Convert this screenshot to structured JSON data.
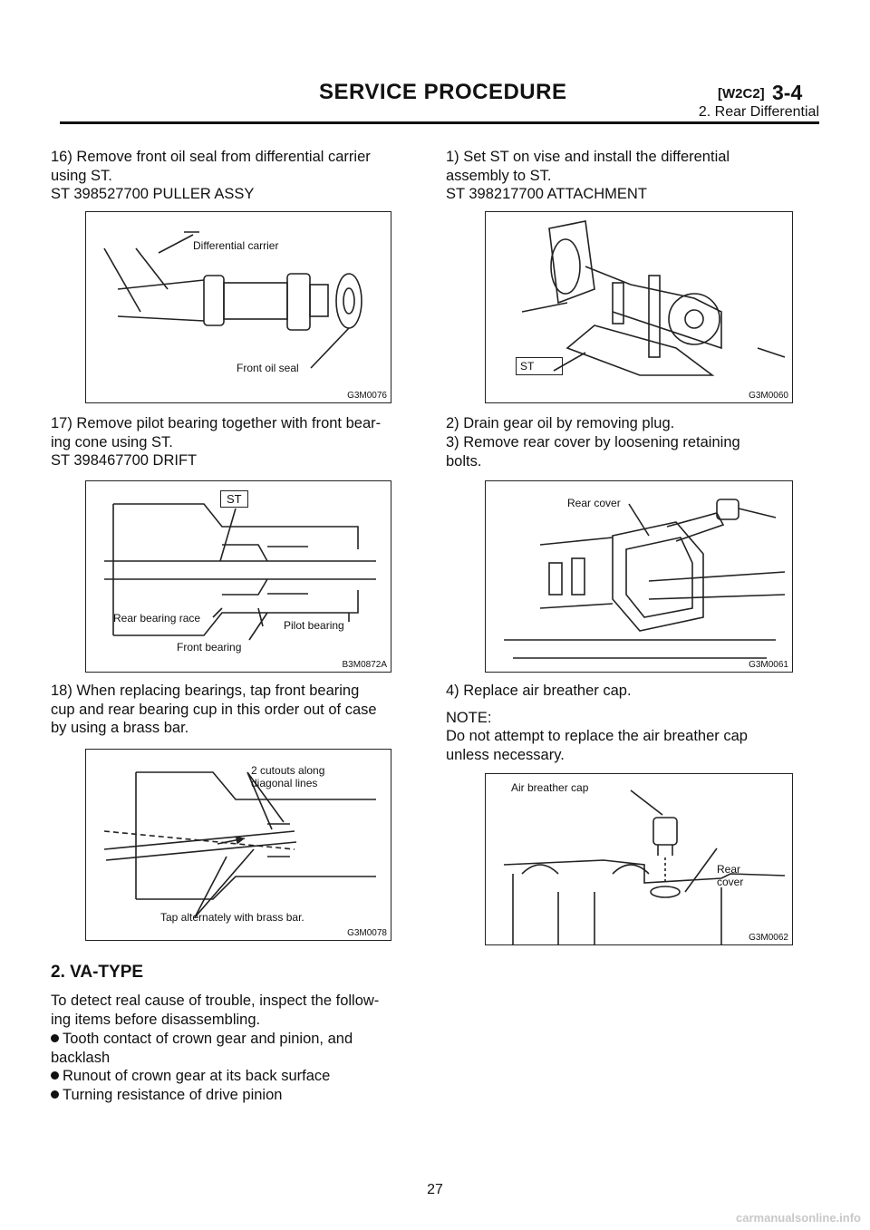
{
  "header": {
    "title": "SERVICE PROCEDURE",
    "code": "[W2C2]",
    "section": "3-4",
    "subtitle": "2. Rear Differential"
  },
  "left": {
    "s16": {
      "lines": [
        "16) Remove front oil seal from differential carrier",
        "using ST.",
        "ST 398527700 PULLER ASSY"
      ],
      "fig": {
        "id": "G3M0076",
        "labels": [
          "Differential carrier",
          "Front oil seal"
        ]
      }
    },
    "s17": {
      "lines": [
        "17) Remove pilot bearing together with front bear-",
        "ing cone using ST.",
        "ST 398467700 DRIFT"
      ],
      "fig": {
        "id": "B3M0872A",
        "labels": [
          "ST",
          "Rear bearing race",
          "Pilot bearing",
          "Front bearing"
        ]
      }
    },
    "s18": {
      "lines": [
        "18) When replacing bearings, tap front bearing",
        "cup and rear bearing cup in this order out of case",
        "by using a brass bar."
      ],
      "fig": {
        "id": "G3M0078",
        "labels": [
          "2 cutouts along",
          "diagonal lines",
          "Tap alternately with brass bar."
        ]
      }
    },
    "va": {
      "heading": "2. VA-TYPE",
      "lines": [
        "To detect real cause of trouble, inspect the follow-",
        "ing items before disassembling."
      ],
      "bullets": [
        [
          "Tooth contact of crown gear and pinion, and",
          "backlash"
        ],
        [
          "Runout of crown gear at its back surface"
        ],
        [
          "Turning resistance of drive pinion"
        ]
      ]
    }
  },
  "right": {
    "s1": {
      "lines": [
        "1) Set ST on vise and install the differential",
        "assembly to ST.",
        "ST 398217700 ATTACHMENT"
      ],
      "fig": {
        "id": "G3M0060",
        "labels": [
          "ST"
        ]
      }
    },
    "s2": {
      "text": "2) Drain gear oil by removing plug."
    },
    "s3": {
      "lines": [
        "3) Remove rear cover by loosening retaining",
        "bolts."
      ],
      "fig": {
        "id": "G3M0061",
        "labels": [
          "Rear cover"
        ]
      }
    },
    "s4": {
      "text": "4) Replace air breather cap.",
      "note_label": "NOTE:",
      "note_lines": [
        "Do not attempt to replace the air breather cap",
        "unless necessary."
      ],
      "fig": {
        "id": "G3M0062",
        "labels": [
          "Air breather cap",
          "Rear",
          "cover"
        ]
      }
    }
  },
  "page_number": "27",
  "footer": "carmanualsonline.info"
}
